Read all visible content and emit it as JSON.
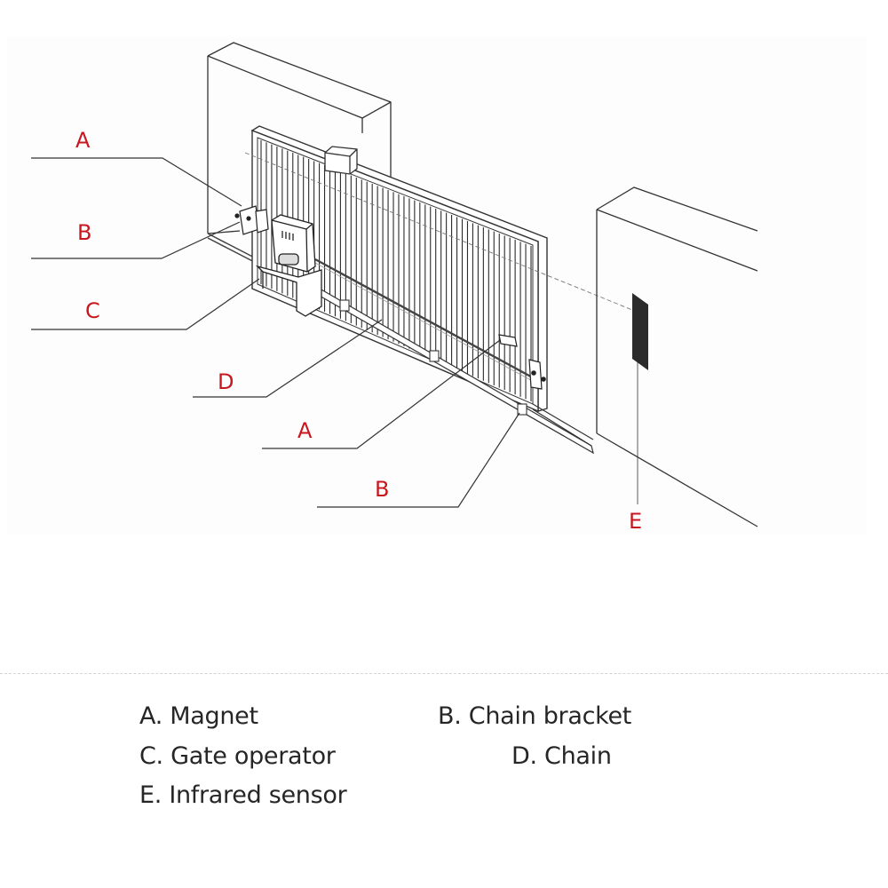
{
  "diagram": {
    "title": "Sliding gate opener installation diagram",
    "accent_color": "#c8171e",
    "callouts": [
      {
        "letter": "A",
        "part": "Magnet",
        "target": "left limit magnet near operator"
      },
      {
        "letter": "B",
        "part": "Chain bracket",
        "target": "left chain bracket on gate end"
      },
      {
        "letter": "C",
        "part": "Gate operator",
        "target": "motor unit on base plate"
      },
      {
        "letter": "D",
        "part": "Chain",
        "target": "chain along gate"
      },
      {
        "letter": "A",
        "part": "Magnet",
        "target": "right limit magnet on gate"
      },
      {
        "letter": "B",
        "part": "Chain bracket",
        "target": "right chain bracket on gate end"
      },
      {
        "letter": "E",
        "part": "Infrared sensor",
        "target": "sensor on receiving pillar"
      }
    ]
  },
  "legend": {
    "items": [
      {
        "letter": "A",
        "label": "A. Magnet"
      },
      {
        "letter": "B",
        "label": "B. Chain bracket"
      },
      {
        "letter": "C",
        "label": "C. Gate operator"
      },
      {
        "letter": "D",
        "label": "D. Chain"
      },
      {
        "letter": "E",
        "label": "E. Infrared sensor"
      }
    ]
  }
}
